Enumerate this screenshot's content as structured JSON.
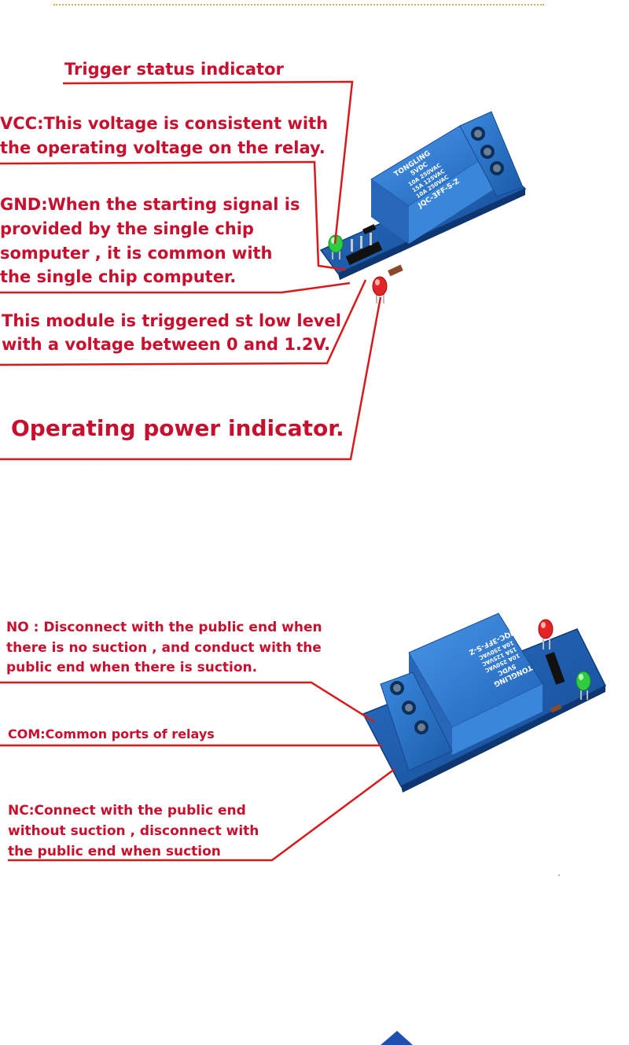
{
  "diagram1": {
    "trigger_label": "Trigger status indicator",
    "vcc_line1": "VCC:This voltage is consistent with",
    "vcc_line2": "the operating voltage on the relay.",
    "gnd_line1": "GND:When the starting signal is",
    "gnd_line2": "provided by the single chip",
    "gnd_line3": " somputer , it is common with",
    "gnd_line4": " the single chip computer.",
    "in_line1": "This module is triggered st low level",
    "in_line2": "with a voltage between 0 and 1.2V.",
    "power_label": "Operating power indicator."
  },
  "relay1": {
    "brand": "TONGLING",
    "rating1": "5VDC",
    "rating2": "10A 250VAC",
    "rating3": "15A 125VAC",
    "rating4": "10A 250VAC",
    "model": "JQC-3FF-S-Z"
  },
  "diagram2": {
    "no_line1": "NO : Disconnect with the public end when",
    "no_line2": "there is no suction , and conduct with the",
    "no_line3": "public end when there is suction.",
    "com_label": "COM:Common ports of relays",
    "nc_line1": "NC:Connect with the public end",
    "nc_line2": "without suction , disconnect with",
    "nc_line3": "the public end when suction"
  },
  "relay2": {
    "brand": "TONGLING",
    "rating1": "5VDC",
    "rating2": "10A 250VAC",
    "rating3": "15A 125VAC",
    "rating4": "10A 250VAC",
    "model": "JQC-3FF-S-Z"
  },
  "colors": {
    "label_red": "#c8102e",
    "line_red": "#d81a1a",
    "pcb_blue": "#1f5fb0",
    "relay_blue": "#2f7fd8",
    "terminal_blue": "#2a78c8"
  }
}
